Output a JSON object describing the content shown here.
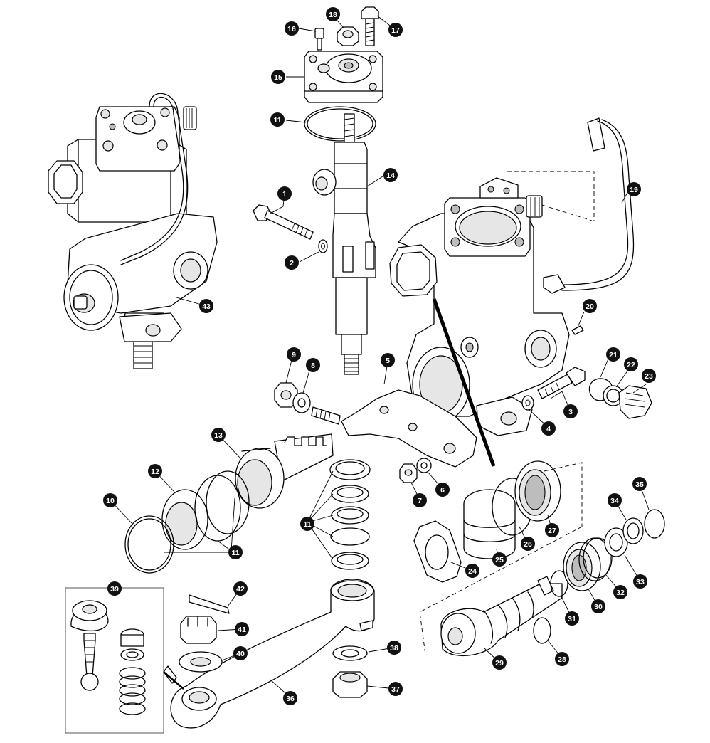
{
  "diagram": {
    "callouts": [
      {
        "id": "c1",
        "label": "1"
      },
      {
        "id": "c2",
        "label": "2"
      },
      {
        "id": "c3",
        "label": "3"
      },
      {
        "id": "c4",
        "label": "4"
      },
      {
        "id": "c5",
        "label": "5"
      },
      {
        "id": "c6",
        "label": "6"
      },
      {
        "id": "c7",
        "label": "7"
      },
      {
        "id": "c8",
        "label": "8"
      },
      {
        "id": "c9",
        "label": "9"
      },
      {
        "id": "c10",
        "label": "10"
      },
      {
        "id": "c11a",
        "label": "11"
      },
      {
        "id": "c11b",
        "label": "11"
      },
      {
        "id": "c11c",
        "label": "11"
      },
      {
        "id": "c12",
        "label": "12"
      },
      {
        "id": "c13",
        "label": "13"
      },
      {
        "id": "c14",
        "label": "14"
      },
      {
        "id": "c15",
        "label": "15"
      },
      {
        "id": "c16",
        "label": "16"
      },
      {
        "id": "c17",
        "label": "17"
      },
      {
        "id": "c18",
        "label": "18"
      },
      {
        "id": "c19",
        "label": "19"
      },
      {
        "id": "c20",
        "label": "20"
      },
      {
        "id": "c21",
        "label": "21"
      },
      {
        "id": "c22",
        "label": "22"
      },
      {
        "id": "c23",
        "label": "23"
      },
      {
        "id": "c24",
        "label": "24"
      },
      {
        "id": "c25",
        "label": "25"
      },
      {
        "id": "c26",
        "label": "26"
      },
      {
        "id": "c27",
        "label": "27"
      },
      {
        "id": "c28",
        "label": "28"
      },
      {
        "id": "c29",
        "label": "29"
      },
      {
        "id": "c30",
        "label": "30"
      },
      {
        "id": "c31",
        "label": "31"
      },
      {
        "id": "c32",
        "label": "32"
      },
      {
        "id": "c33",
        "label": "33"
      },
      {
        "id": "c34",
        "label": "34"
      },
      {
        "id": "c35",
        "label": "35"
      },
      {
        "id": "c36",
        "label": "36"
      },
      {
        "id": "c37",
        "label": "37"
      },
      {
        "id": "c38",
        "label": "38"
      },
      {
        "id": "c39",
        "label": "39"
      },
      {
        "id": "c40",
        "label": "40"
      },
      {
        "id": "c41",
        "label": "41"
      },
      {
        "id": "c42",
        "label": "42"
      },
      {
        "id": "c43",
        "label": "43"
      }
    ]
  }
}
